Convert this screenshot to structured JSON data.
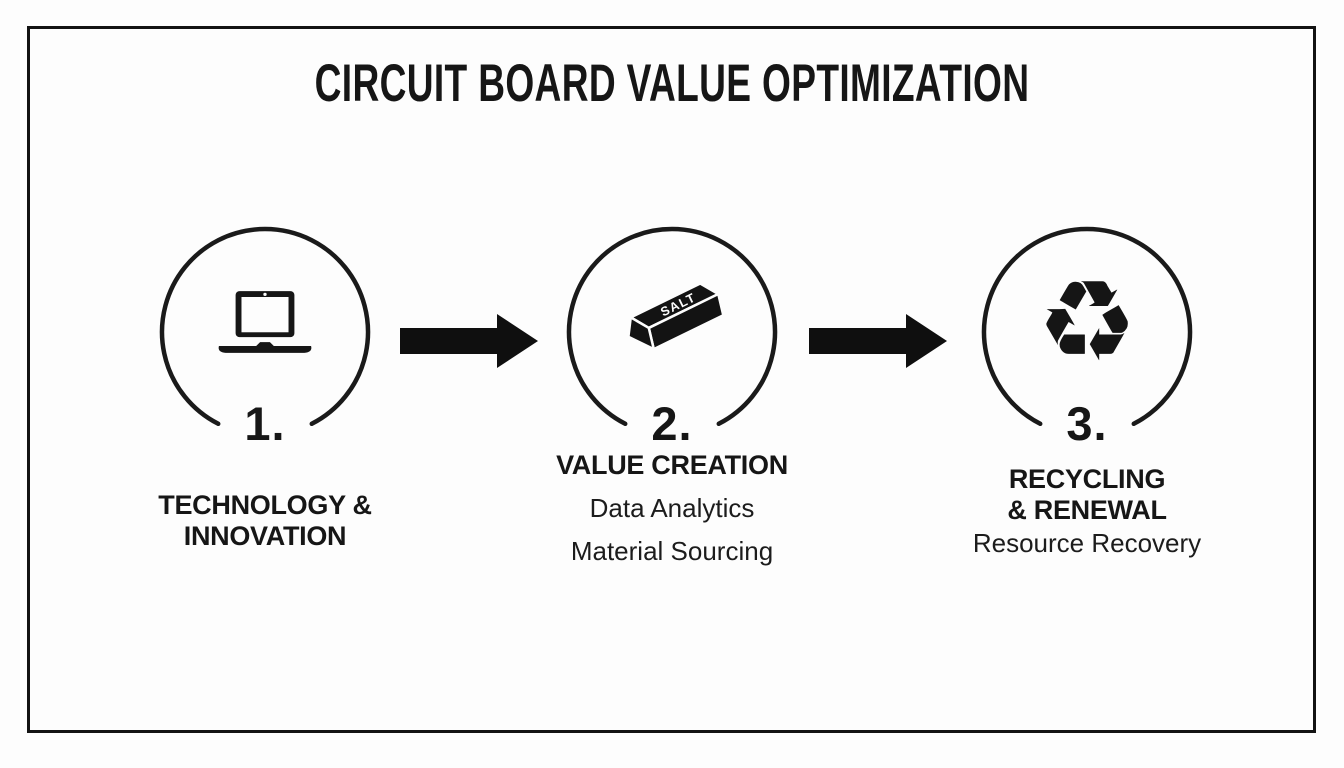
{
  "title": "CIRCUIT BOARD VALUE OPTIMIZATION",
  "colors": {
    "ink": "#161616",
    "frame": "#131313",
    "background": "#fdfdfd"
  },
  "steps": [
    {
      "number": "1.",
      "icon": "laptop-icon",
      "label_lines": [
        "TECHNOLOGY &",
        "INNOVATION"
      ],
      "sub_lines": []
    },
    {
      "number": "2.",
      "icon": "metal-ingot-icon",
      "ingot_text": "SALT",
      "label_lines": [
        "VALUE CREATION"
      ],
      "sub_lines": [
        "Data Analytics",
        "Material Sourcing"
      ]
    },
    {
      "number": "3.",
      "icon": "recycle-icon",
      "recycle_glyph": "♻",
      "label_lines": [
        "RECYCLING",
        "& RENEWAL"
      ],
      "sub_lines": [
        "Resource Recovery"
      ]
    }
  ]
}
